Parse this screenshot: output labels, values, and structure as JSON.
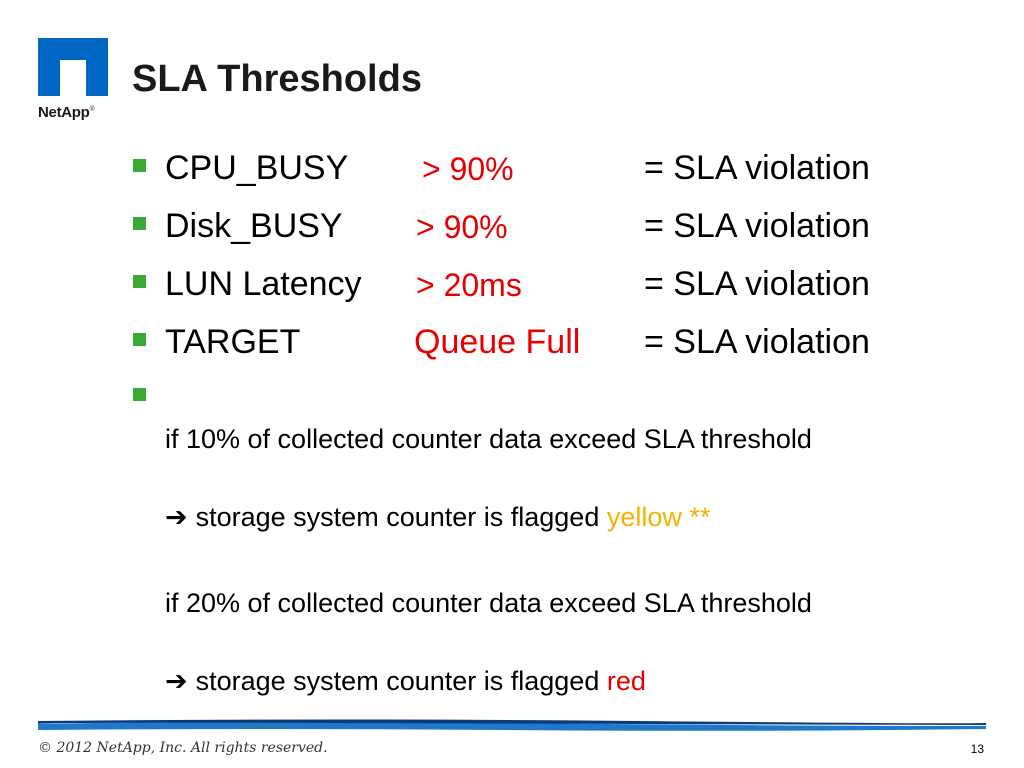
{
  "logo": {
    "brand": "NetApp",
    "mark": "®"
  },
  "slide": {
    "title": "SLA Thresholds",
    "rows": [
      {
        "label": "CPU_BUSY",
        "threshold": "> 90%",
        "result": "= SLA violation"
      },
      {
        "label": "Disk_BUSY",
        "threshold": "> 90%",
        "result": "= SLA violation"
      },
      {
        "label": "LUN Latency",
        "threshold": "> 20ms",
        "result": "= SLA violation"
      },
      {
        "label": "TARGET",
        "threshold": "Queue Full",
        "result": "= SLA violation"
      }
    ],
    "notes": [
      {
        "condition": "if 10% of collected counter data exceed SLA threshold",
        "arrow_text": "storage system counter is flagged",
        "flag": "yellow **",
        "flag_color": "#f2b400"
      },
      {
        "condition": "if 20% of collected counter data exceed SLA threshold",
        "arrow_text": "storage system counter is flagged",
        "flag": "red",
        "flag_color": "#e60000"
      }
    ]
  },
  "footer": {
    "copyright": "© 2012 NetApp, Inc.  All rights reserved.",
    "page_number": "13"
  },
  "colors": {
    "bullet": "#3aa935",
    "threshold": "#e60000",
    "logo_blue": "#0067c5",
    "footer_bar": "#1f78c8"
  }
}
